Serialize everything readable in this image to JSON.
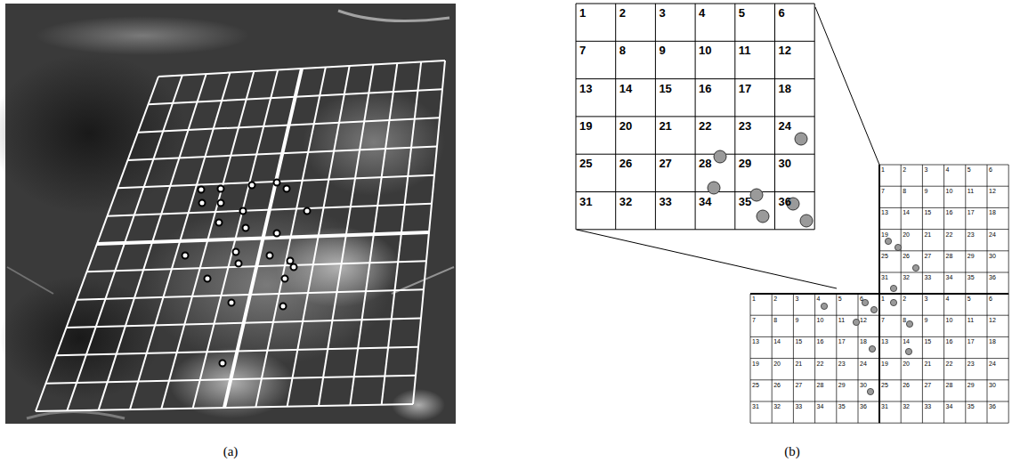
{
  "diagram": {
    "labels": [
      "(a)",
      "1",
      "2",
      "3",
      "4",
      "5",
      "6",
      "7",
      "8",
      "9",
      "10",
      "11",
      "12",
      "13",
      "14",
      "15",
      "16",
      "17",
      "18",
      "19",
      "20",
      "21",
      "22",
      "23",
      "24",
      "25",
      "26",
      "27",
      "28",
      "29",
      "30",
      "31",
      "32",
      "33",
      "34",
      "35",
      "36",
      "1",
      "2",
      "3",
      "4",
      "5",
      "6",
      "7",
      "8",
      "9",
      "10",
      "11",
      "12",
      "13",
      "14",
      "15",
      "16",
      "17",
      "18",
      "19",
      "20",
      "21",
      "22",
      "23",
      "24",
      "25",
      "26",
      "27",
      "28",
      "29",
      "30",
      "31",
      "32",
      "33",
      "34",
      "35",
      "36",
      "1",
      "2",
      "3",
      "4",
      "5",
      "6",
      "7",
      "8",
      "9",
      "10",
      "11",
      "12",
      "13",
      "14",
      "15",
      "16",
      "17",
      "18",
      "19",
      "20",
      "21",
      "22",
      "23",
      "24",
      "25",
      "26",
      "27",
      "28",
      "29",
      "30",
      "31",
      "32",
      "33",
      "34",
      "35",
      "36",
      "1",
      "2",
      "3",
      "4",
      "5",
      "6",
      "7",
      "8",
      "9",
      "10",
      "11",
      "12",
      "13",
      "14",
      "15",
      "16",
      "17",
      "18",
      "19",
      "20",
      "21",
      "22",
      "23",
      "24",
      "25",
      "26",
      "27",
      "28",
      "29",
      "30",
      "31",
      "32",
      "33",
      "34",
      "35",
      "36",
      "(b)"
    ]
  }
}
